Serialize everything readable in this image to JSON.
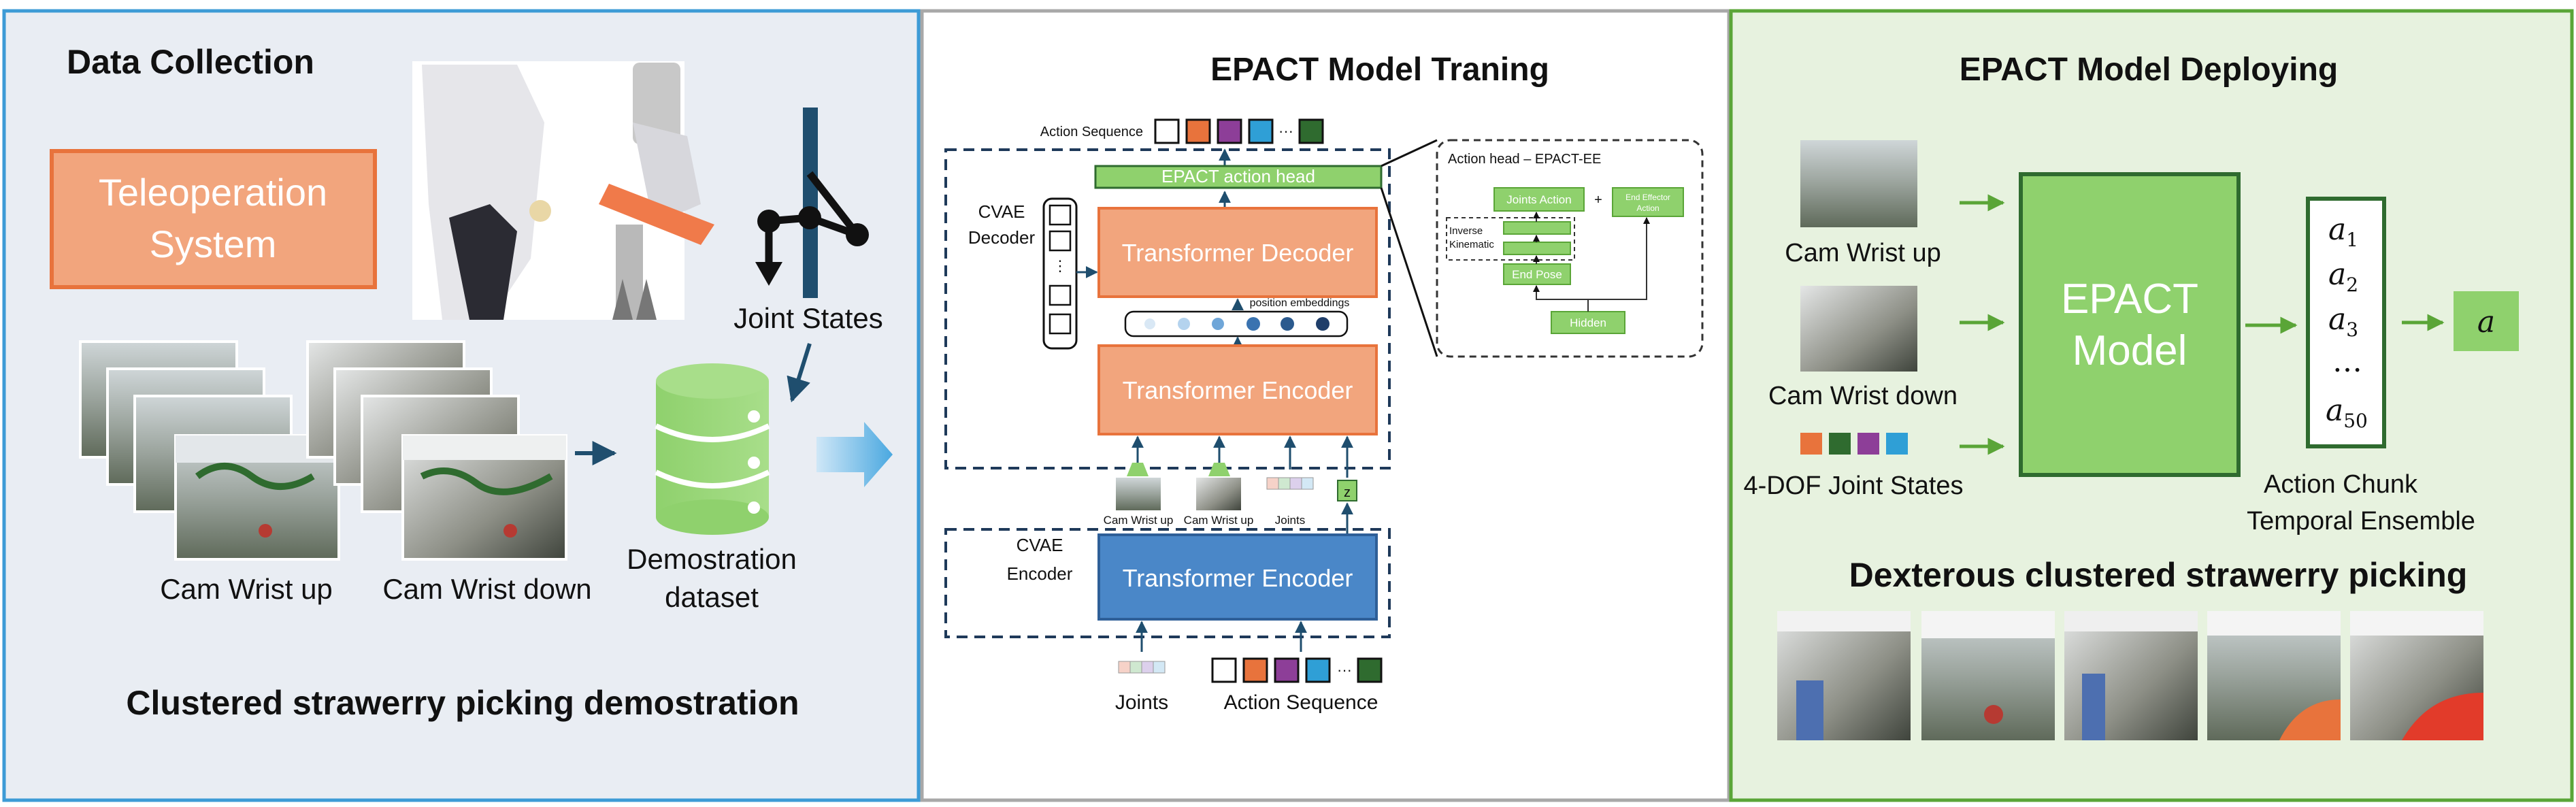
{
  "panel1": {
    "title": "Data Collection",
    "teleop_label_line1": "Teleoperation",
    "teleop_label_line2": "System",
    "joint_states_label": "Joint States",
    "cam_up_label": "Cam Wrist up",
    "cam_down_label": "Cam Wrist down",
    "dataset_label_line1": "Demostration",
    "dataset_label_line2": "dataset",
    "bottom_title": "Clustered strawerry picking demostration"
  },
  "panel2": {
    "title": "EPACT Model Traning",
    "action_sequence_top": "Action Sequence",
    "ellipsis": "···",
    "action_head_label": "EPACT action head",
    "cvae_decoder_line1": "CVAE",
    "cvae_decoder_line2": "Decoder",
    "transformer_decoder": "Transformer Decoder",
    "position_embeddings": "position embeddings",
    "transformer_encoder_top": "Transformer Encoder",
    "cam_up_small": "Cam Wrist up",
    "cam_up_small_2": "Cam Wrist up",
    "joints_small": "Joints",
    "z_label": "z",
    "cvae_encoder_line1": "CVAE",
    "cvae_encoder_line2": "Encoder",
    "transformer_encoder_bottom": "Transformer Encoder",
    "joints_bottom": "Joints",
    "action_sequence_bottom": "Action Sequence",
    "inset": {
      "title": "Action head – EPACT-EE",
      "joints_action": "Joints Action",
      "plus": "+",
      "end_effector_line1": "End Effector",
      "end_effector_line2": "Action",
      "inverse_line1": "Inverse",
      "inverse_line2": "Kinematic",
      "end_pose": "End Pose",
      "hidden": "Hidden"
    }
  },
  "panel3": {
    "title": "EPACT Model Deploying",
    "cam_up_label": "Cam Wrist up",
    "cam_down_label": "Cam Wrist down",
    "joint_states_label": "4-DOF Joint States",
    "model_line1": "EPACT",
    "model_line2": "Model",
    "chunk_items": [
      "a",
      "a",
      "a",
      "…",
      "a"
    ],
    "chunk_subs": [
      "1",
      "2",
      "3",
      "",
      "50"
    ],
    "output_label": "a",
    "chunk_caption_line1": "Action Chunk",
    "chunk_caption_line2": "Temporal Ensemble",
    "bottom_title": "Dexterous clustered strawerry picking"
  },
  "colors": {
    "panel1_bg": "#e9edf3",
    "panel1_border": "#3d9bd6",
    "panel2_border": "#a8a8a8",
    "panel3_bg": "#e7f2df",
    "panel3_border": "#5aa537",
    "teleop_fill": "#f2a57d",
    "teleop_stroke": "#e8733c",
    "transformer_orange": "#f2a57d",
    "transformer_blue": "#4a87c8",
    "green": "#8fd16d",
    "green_dark": "#5aa537",
    "navy": "#1f4e6e",
    "seq_orange": "#e8733c",
    "seq_purple": "#8d3e98",
    "seq_cyan": "#2f9fd6",
    "seq_green": "#2f6b2f"
  }
}
